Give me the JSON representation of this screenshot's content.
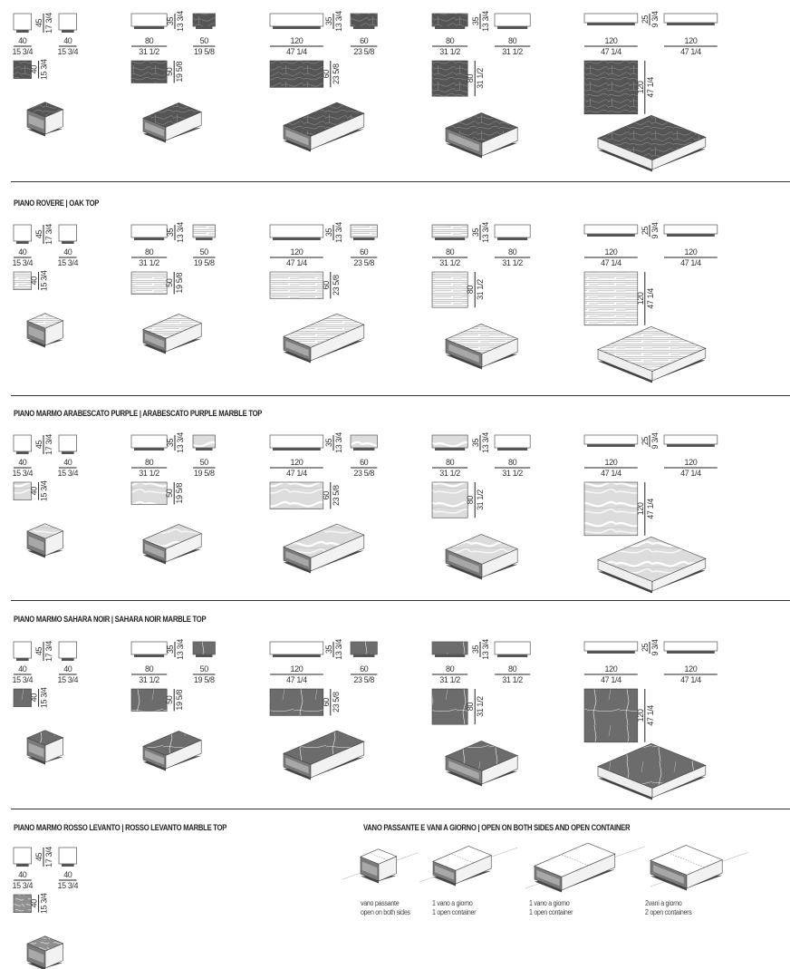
{
  "sections": [
    {
      "title": "",
      "finish": "topographic-dark",
      "colors": {
        "base": "#555555",
        "line": "#9a9a9a"
      },
      "groups": [
        "cube40",
        "rect80x50",
        "rect120x60",
        "square80",
        "square120"
      ]
    },
    {
      "title": "PIANO ROVERE  |  OAK TOP",
      "finish": "oak",
      "colors": {
        "base": "#fafafa",
        "line": "#8a8a8a"
      },
      "groups": [
        "cube40",
        "rect80x50",
        "rect120x60",
        "square80",
        "square120"
      ]
    },
    {
      "title": "PIANO MARMO ARABESCATO PURPLE  |  ARABESCATO PURPLE MARBLE TOP",
      "finish": "arabescato",
      "colors": {
        "base": "#dcdcdc",
        "line": "#ffffff"
      },
      "groups": [
        "cube40",
        "rect80x50",
        "rect120x60",
        "square80",
        "square120"
      ]
    },
    {
      "title": "PIANO MARMO SAHARA NOIR  |  SAHARA NOIR MARBLE TOP",
      "finish": "sahara",
      "colors": {
        "base": "#6c6c6c",
        "line": "#f2f2f2"
      },
      "groups": [
        "cube40",
        "rect80x50",
        "rect120x60",
        "square80",
        "square120"
      ]
    },
    {
      "title": "PIANO MARMO ROSSO LEVANTO  |  ROSSO LEVANTO MARBLE TOP",
      "finish": "rosso",
      "colors": {
        "base": "#8f8f8f",
        "line": "#d0d0d0"
      },
      "groups": [
        "cube40"
      ]
    }
  ],
  "models": {
    "cube40": {
      "w": 40,
      "d": 40,
      "h": 45,
      "w_label": [
        "40",
        "15 3/4"
      ],
      "d_label": [
        "40",
        "15 3/4"
      ],
      "h_label": [
        "45",
        "17 3/4"
      ],
      "open": "left"
    },
    "rect80x50": {
      "w": 80,
      "d": 50,
      "h": 35,
      "w_label": [
        "80",
        "31 1/2"
      ],
      "d_label": [
        "50",
        "19 5/8"
      ],
      "h_label": [
        "35",
        "13 3/4"
      ],
      "open": "left"
    },
    "rect120x60": {
      "w": 120,
      "d": 60,
      "h": 35,
      "w_label": [
        "120",
        "47 1/4"
      ],
      "d_label": [
        "60",
        "23 5/8"
      ],
      "h_label": [
        "35",
        "13 3/4"
      ],
      "open": "left"
    },
    "square80": {
      "w": 80,
      "d": 80,
      "h": 35,
      "w_label": [
        "80",
        "31 1/2"
      ],
      "d_label": [
        "80",
        "31 1/2"
      ],
      "h_label": [
        "35",
        "13 3/4"
      ],
      "open": "left"
    },
    "square120": {
      "w": 120,
      "d": 120,
      "h": 25,
      "w_label": [
        "120",
        "47 1/4"
      ],
      "d_label": [
        "120",
        "47 1/4"
      ],
      "h_label": [
        "25",
        "9 3/4"
      ],
      "open": "none"
    }
  },
  "legend": {
    "title": "VANO PASSANTE E VANI A GIORNO  |  OPEN ON BOTH SIDES AND OPEN CONTAINER",
    "items": [
      {
        "it": "vano passante",
        "en": "open on both sides"
      },
      {
        "it": "1 vano a giorno",
        "en": "1 open container"
      },
      {
        "it": "1 vano a giorno",
        "en": "1 open container"
      },
      {
        "it": "2vani a giorno",
        "en": "2 open containers"
      }
    ]
  }
}
